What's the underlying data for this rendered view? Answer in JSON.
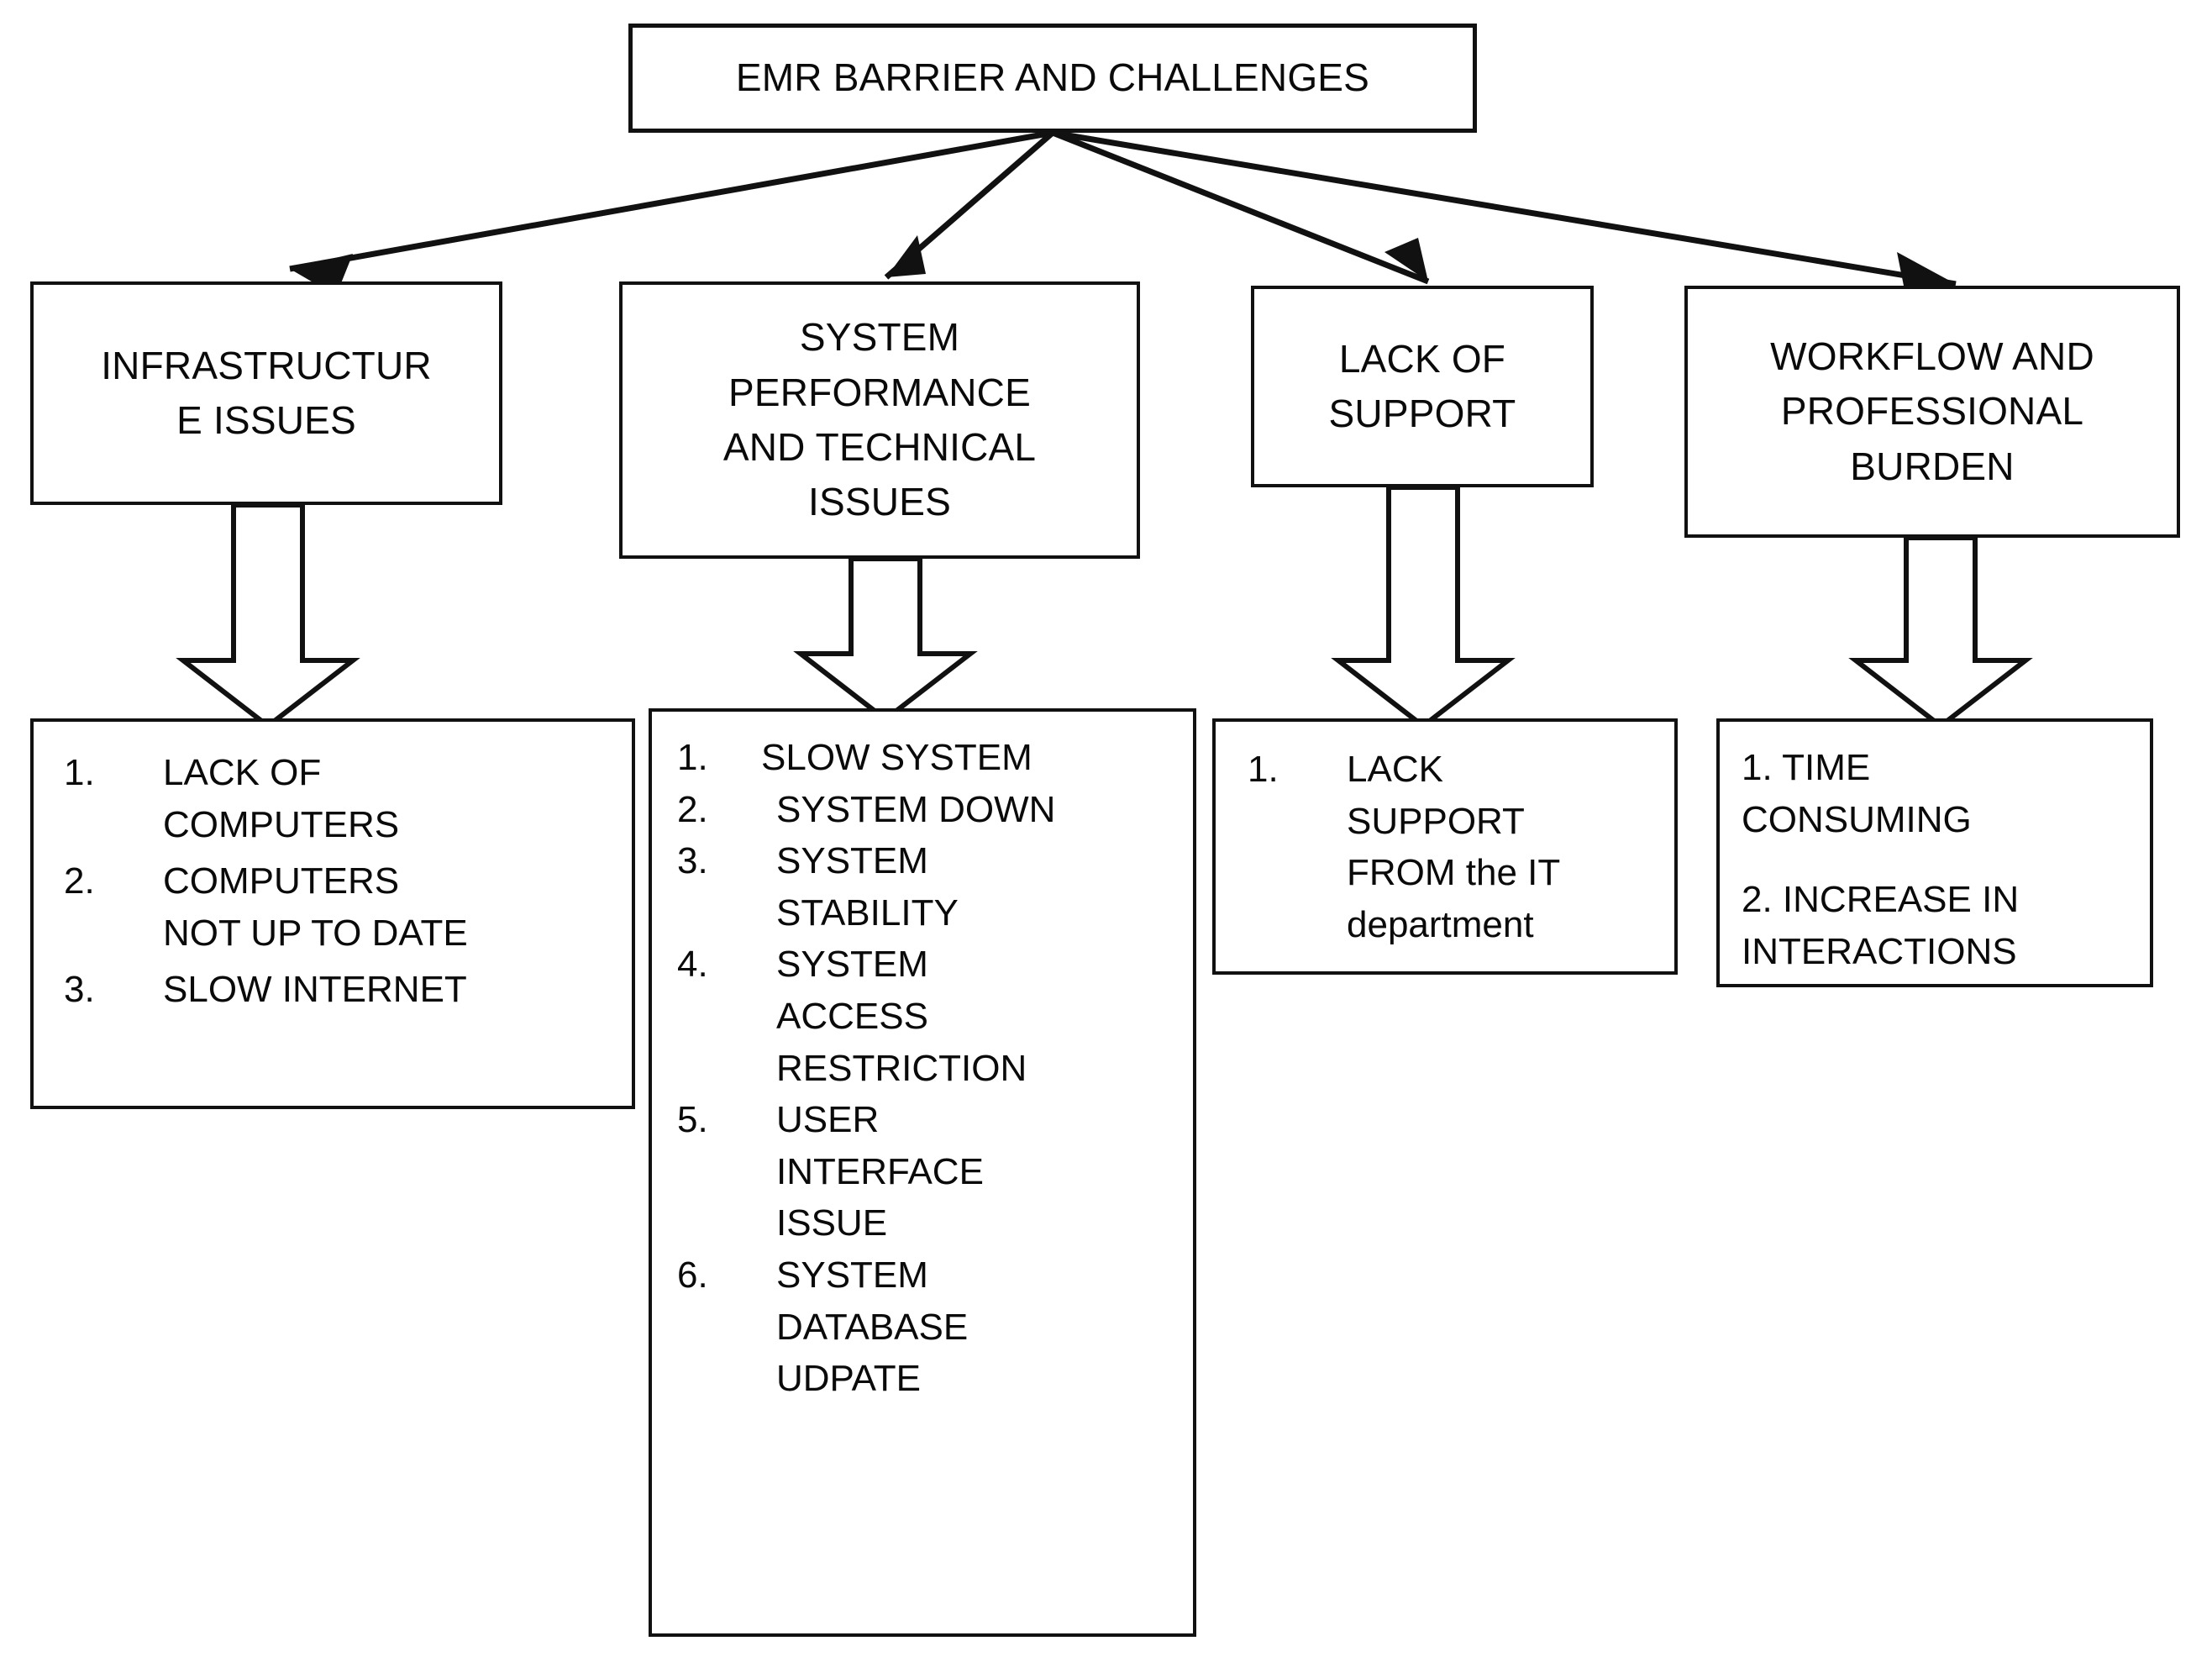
{
  "diagram": {
    "root": {
      "label": "EMR BARRIER AND CHALLENGES"
    },
    "categories": [
      {
        "label": "INFRASTRUCTUR\nE ISSUES"
      },
      {
        "label": "SYSTEM\nPERFORMANCE\nAND TECHNICAL\nISSUES"
      },
      {
        "label": "LACK OF\nSUPPORT"
      },
      {
        "label": "WORKFLOW AND\nPROFESSIONAL\nBURDEN"
      }
    ],
    "details": [
      {
        "items": [
          {
            "num": "1.",
            "text": "LACK OF\nCOMPUTERS"
          },
          {
            "num": "2.",
            "text": "COMPUTERS\nNOT UP TO DATE"
          },
          {
            "num": "3.",
            "text": "SLOW INTERNET"
          }
        ]
      },
      {
        "items": [
          {
            "num": "1.",
            "text": "SLOW SYSTEM"
          },
          {
            "num": "2.",
            "text": "SYSTEM DOWN"
          },
          {
            "num": "3.",
            "text": "SYSTEM\nSTABILITY"
          },
          {
            "num": "4.",
            "text": "SYSTEM\nACCESS\nRESTRICTION"
          },
          {
            "num": "5.",
            "text": "USER\nINTERFACE\nISSUE"
          },
          {
            "num": "6.",
            "text": "SYSTEM\nDATABASE\nUDPATE"
          }
        ]
      },
      {
        "items": [
          {
            "num": "1.",
            "text": "LACK\nSUPPORT\nFROM the IT\ndepartment"
          }
        ]
      },
      {
        "items": [
          {
            "num": "1. ",
            "text": "TIME\nCONSUMING"
          },
          {
            "num": "2. ",
            "text": "INCREASE IN\nINTERACTIONS"
          }
        ]
      }
    ],
    "colors": {
      "stroke": "#111111",
      "fill": "#ffffff",
      "text": "#0a0a0a"
    }
  }
}
